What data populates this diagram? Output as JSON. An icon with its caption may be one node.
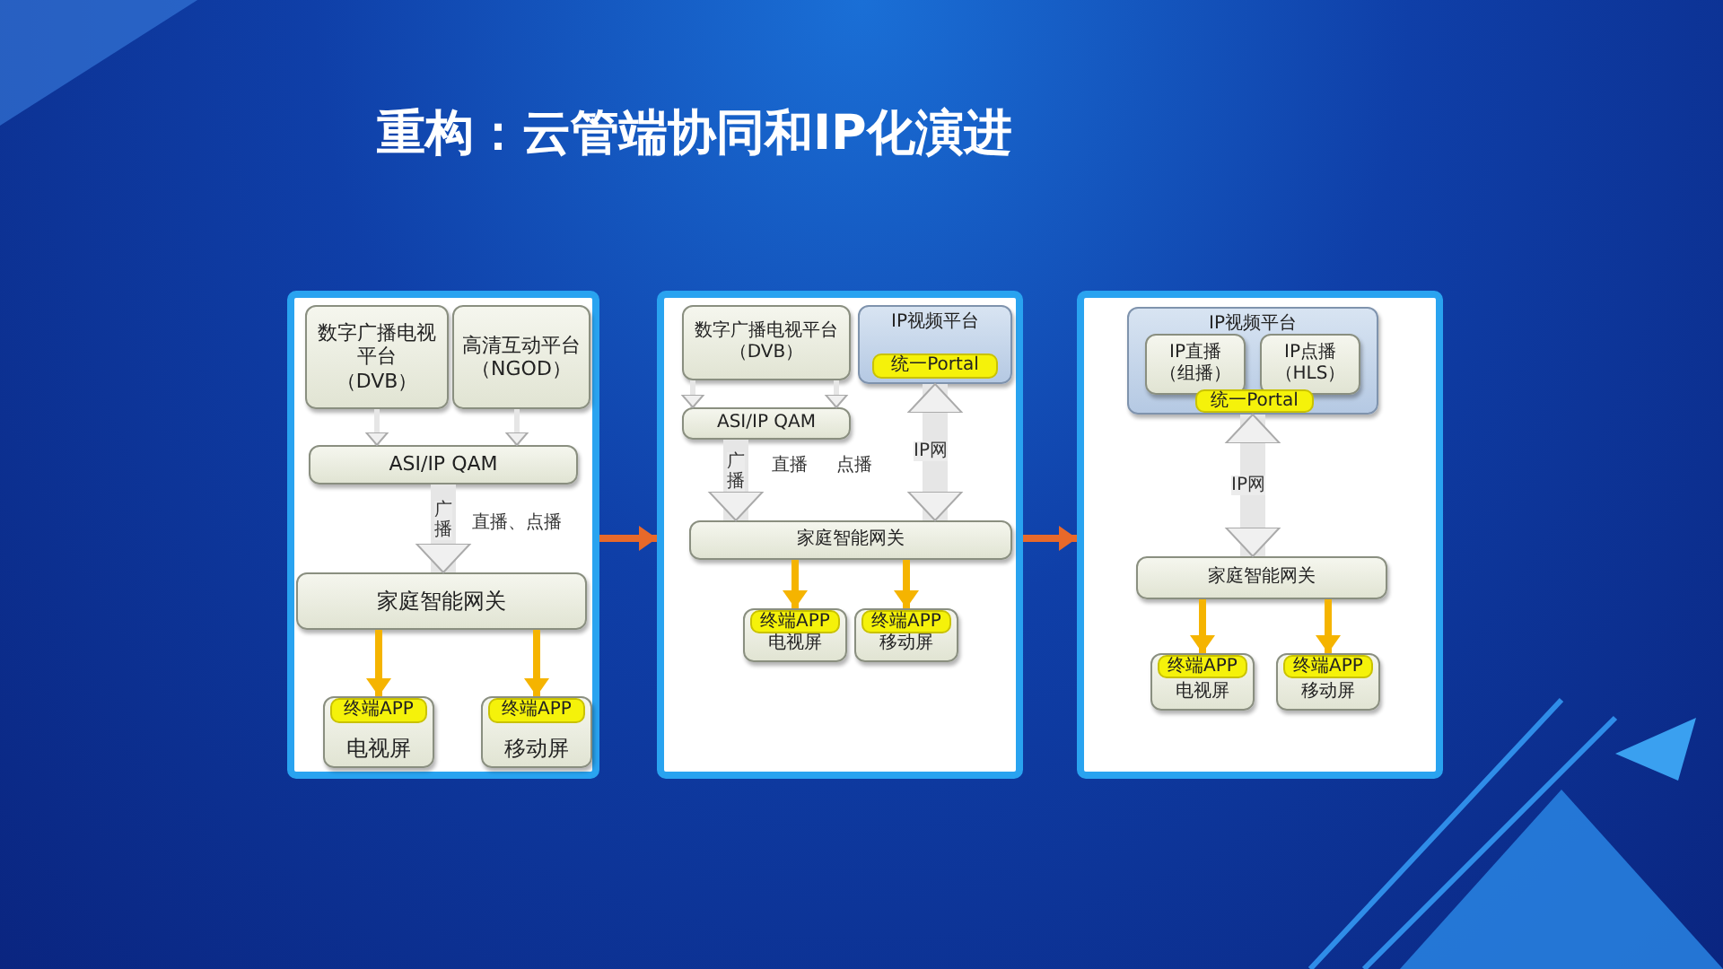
{
  "diagram": {
    "title": "重构：云管端协同和IP化演进",
    "nodes": [
      {
        "text": [],
        "shape": "box"
      },
      {
        "text": [
          "数字广播电视平台",
          "（DVB）"
        ],
        "in": 0
      },
      {
        "text": [
          "高清互动平台",
          "（NGOD）"
        ],
        "in": 0
      },
      {
        "text": [
          "ASI/IP QAM"
        ],
        "in": 0
      },
      {
        "text": [
          "家庭智能网关"
        ],
        "in": 0
      },
      {
        "text": [
          "电视屏"
        ],
        "in": 0
      },
      {
        "text": [
          "终端APP"
        ],
        "in": 5
      },
      {
        "text": [
          "移动屏"
        ],
        "in": 0
      },
      {
        "text": [
          "终端APP"
        ],
        "in": 7
      },
      {
        "text": [],
        "shape": "box"
      },
      {
        "text": [
          "数字广播电视平台",
          "（DVB）"
        ],
        "in": 9
      },
      {
        "text": [
          "IP视频平台"
        ],
        "in": 9
      },
      {
        "text": [
          "统一Portal"
        ],
        "in": 11
      },
      {
        "text": [
          "ASI/IP QAM"
        ],
        "in": 9
      },
      {
        "text": [
          "家庭智能网关"
        ],
        "in": 9
      },
      {
        "text": [
          "电视屏"
        ],
        "in": 9
      },
      {
        "text": [
          "终端APP"
        ],
        "in": 15
      },
      {
        "text": [
          "移动屏"
        ],
        "in": 9
      },
      {
        "text": [
          "终端APP"
        ],
        "in": 17
      },
      {
        "text": [],
        "shape": "box"
      },
      {
        "text": [
          "IP视频平台"
        ],
        "in": 19
      },
      {
        "text": [
          "IP直播",
          "（组播）"
        ],
        "in": 20
      },
      {
        "text": [
          "IP点播",
          "（HLS）"
        ],
        "in": 20
      },
      {
        "text": [
          "统一Portal"
        ],
        "in": 20
      },
      {
        "text": [
          "家庭智能网关"
        ],
        "in": 19
      },
      {
        "text": [
          "电视屏"
        ],
        "in": 19
      },
      {
        "text": [
          "终端APP"
        ],
        "in": 25
      },
      {
        "text": [
          "移动屏"
        ],
        "in": 19
      },
      {
        "text": [
          "终端APP"
        ],
        "in": 27
      }
    ],
    "edges": [
      {
        "from": 1,
        "to": 3,
        "arrow": "to"
      },
      {
        "from": 2,
        "to": 3,
        "arrow": "to"
      },
      {
        "from": 3,
        "to": 4,
        "arrow": "to",
        "label": "广播",
        "style": "thick"
      },
      {
        "from": 4,
        "to": 5,
        "arrow": "to",
        "color": "#f5b400"
      },
      {
        "from": 4,
        "to": 7,
        "arrow": "to",
        "color": "#f5b400"
      },
      {
        "from": 0,
        "to": 9,
        "arrow": "to",
        "color": "#e8692a"
      },
      {
        "from": 10,
        "to": 13,
        "arrow": "to"
      },
      {
        "from": 10,
        "to": 13,
        "arrow": "to"
      },
      {
        "from": 13,
        "to": 14,
        "arrow": "to",
        "label": "广播",
        "style": "thick"
      },
      {
        "from": 11,
        "to": 14,
        "arrow": "both",
        "label": "IP网",
        "style": "thick"
      },
      {
        "from": 14,
        "to": 15,
        "arrow": "to",
        "color": "#f5b400"
      },
      {
        "from": 14,
        "to": 17,
        "arrow": "to",
        "color": "#f5b400"
      },
      {
        "from": 9,
        "to": 19,
        "arrow": "to",
        "color": "#e8692a"
      },
      {
        "from": 20,
        "to": 24,
        "arrow": "both",
        "label": "IP网",
        "style": "thick"
      },
      {
        "from": 24,
        "to": 25,
        "arrow": "to",
        "color": "#f5b400"
      },
      {
        "from": 24,
        "to": 27,
        "arrow": "to",
        "color": "#f5b400"
      }
    ],
    "labels": [
      "直播、点播",
      "直播",
      "点播"
    ]
  }
}
